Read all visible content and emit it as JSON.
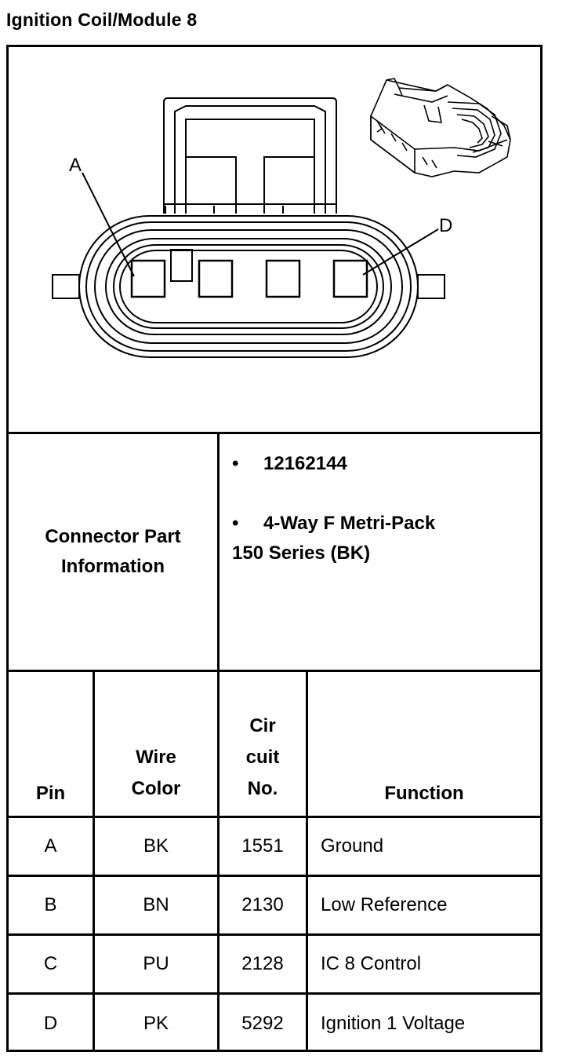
{
  "title": "Ignition Coil/Module 8",
  "diagram": {
    "pin_label_a": "A",
    "pin_label_d": "D"
  },
  "connector_info": {
    "label_line1": "Connector Part",
    "label_line2": "Information",
    "part_number": "12162144",
    "description_line1": "4-Way F Metri-Pack",
    "description_line2": "150 Series (BK)"
  },
  "table": {
    "headers": {
      "pin": "Pin",
      "wire_color_line1": "Wire",
      "wire_color_line2": "Color",
      "circuit_line1": "Cir",
      "circuit_line2": "cuit",
      "circuit_line3": "No.",
      "function": "Function"
    },
    "rows": [
      {
        "pin": "A",
        "wire_color": "BK",
        "circuit": "1551",
        "function": "Ground"
      },
      {
        "pin": "B",
        "wire_color": "BN",
        "circuit": "2130",
        "function": "Low Reference"
      },
      {
        "pin": "C",
        "wire_color": "PU",
        "circuit": "2128",
        "function": "IC 8 Control"
      },
      {
        "pin": "D",
        "wire_color": "PK",
        "circuit": "5292",
        "function": "Ignition 1 Voltage"
      }
    ]
  }
}
